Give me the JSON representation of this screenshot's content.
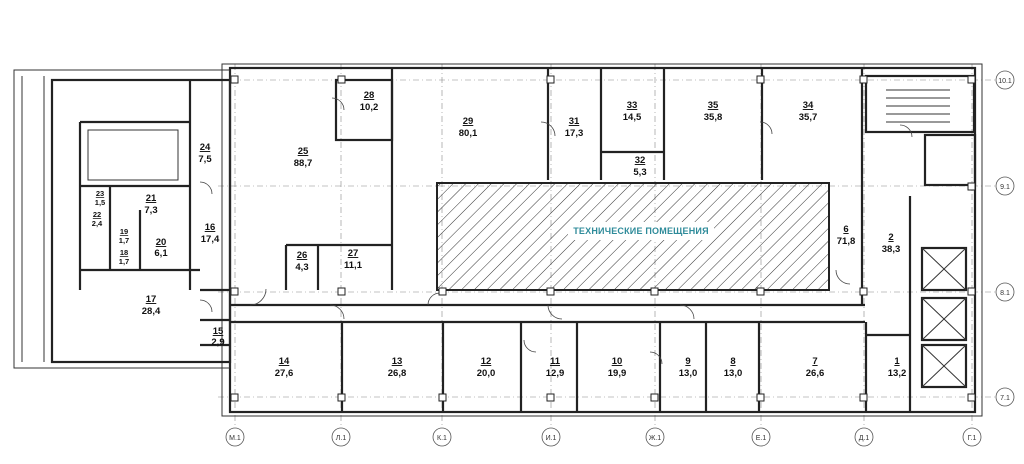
{
  "rooms": [
    {
      "id": "r1",
      "num": "1",
      "area": "13,2"
    },
    {
      "id": "r2",
      "num": "2",
      "area": "38,3"
    },
    {
      "id": "r6",
      "num": "6",
      "area": "71,8"
    },
    {
      "id": "r7",
      "num": "7",
      "area": "26,6"
    },
    {
      "id": "r8",
      "num": "8",
      "area": "13,0"
    },
    {
      "id": "r9",
      "num": "9",
      "area": "13,0"
    },
    {
      "id": "r10",
      "num": "10",
      "area": "19,9"
    },
    {
      "id": "r11",
      "num": "11",
      "area": "12,9"
    },
    {
      "id": "r12",
      "num": "12",
      "area": "20,0"
    },
    {
      "id": "r13",
      "num": "13",
      "area": "26,8"
    },
    {
      "id": "r14",
      "num": "14",
      "area": "27,6"
    },
    {
      "id": "r15",
      "num": "15",
      "area": "2,9"
    },
    {
      "id": "r16",
      "num": "16",
      "area": "17,4"
    },
    {
      "id": "r17",
      "num": "17",
      "area": "28,4"
    },
    {
      "id": "r18",
      "num": "18",
      "area": "1,7"
    },
    {
      "id": "r19",
      "num": "19",
      "area": "1,7"
    },
    {
      "id": "r20",
      "num": "20",
      "area": "6,1"
    },
    {
      "id": "r21",
      "num": "21",
      "area": "7,3"
    },
    {
      "id": "r22",
      "num": "22",
      "area": "2,4"
    },
    {
      "id": "r23",
      "num": "23",
      "area": "1,5"
    },
    {
      "id": "r24",
      "num": "24",
      "area": "7,5"
    },
    {
      "id": "r25",
      "num": "25",
      "area": "88,7"
    },
    {
      "id": "r26",
      "num": "26",
      "area": "4,3"
    },
    {
      "id": "r27",
      "num": "27",
      "area": "11,1"
    },
    {
      "id": "r28",
      "num": "28",
      "area": "10,2"
    },
    {
      "id": "r29",
      "num": "29",
      "area": "80,1"
    },
    {
      "id": "r31",
      "num": "31",
      "area": "17,3"
    },
    {
      "id": "r32",
      "num": "32",
      "area": "5,3"
    },
    {
      "id": "r33",
      "num": "33",
      "area": "14,5"
    },
    {
      "id": "r34",
      "num": "34",
      "area": "35,7"
    },
    {
      "id": "r35",
      "num": "35",
      "area": "35,8"
    }
  ],
  "tech_zone_label": "ТЕХНИЧЕСКИЕ ПОМЕЩЕНИЯ",
  "axes_bottom": [
    "М.1",
    "Л.1",
    "К.1",
    "И.1",
    "Ж.1",
    "Е.1",
    "Д.1",
    "Г.1"
  ],
  "axes_right": [
    "10.1",
    "9.1",
    "8.1",
    "7.1"
  ]
}
